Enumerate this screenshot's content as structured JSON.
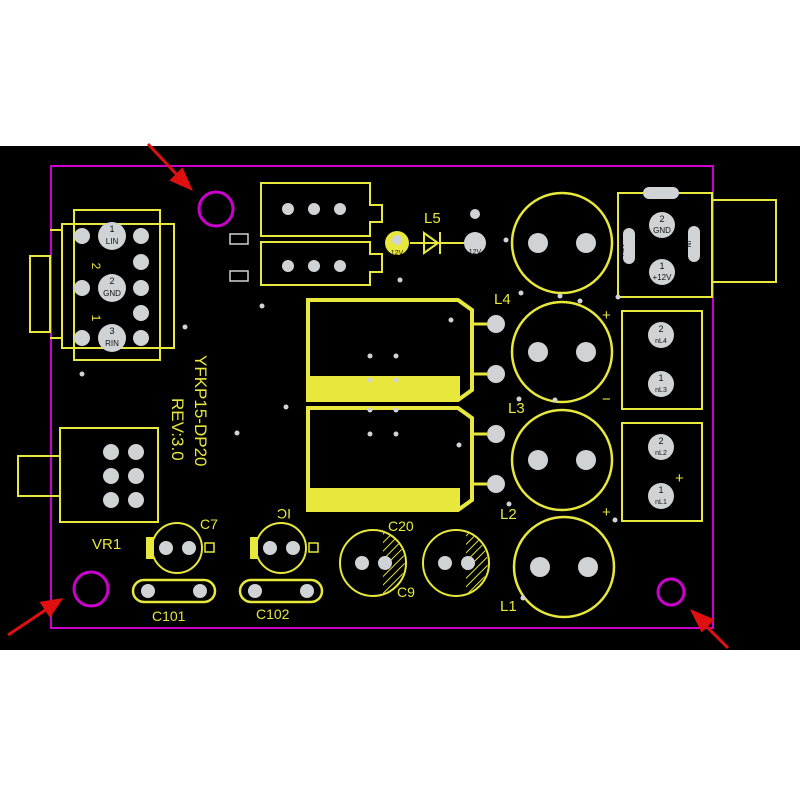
{
  "board": {
    "name": "YFKP15-DP20",
    "revision": "REV:3.0"
  },
  "labels": {
    "vr1": "VR1",
    "c7": "C7",
    "ic": "IC",
    "c101": "C101",
    "c102": "C102",
    "c20": "C20",
    "c9": "C9",
    "l1": "L1",
    "l2": "L2",
    "l3": "L3",
    "l4": "L4",
    "l5": "L5"
  },
  "input_connector": {
    "pins": [
      {
        "num": "1",
        "name": "LIN"
      },
      {
        "num": "2",
        "name": "GND"
      },
      {
        "num": "3",
        "name": "RIN"
      }
    ],
    "side_1": "1",
    "side_2": "2"
  },
  "power_connector": {
    "pins": [
      {
        "num": "2",
        "name": "GND"
      },
      {
        "num": "1",
        "name": "+12V"
      }
    ],
    "side_left": "12V",
    "side_right": "IN"
  },
  "speaker_l": {
    "pins": [
      {
        "num": "2",
        "name": "nL4"
      },
      {
        "num": "1",
        "name": "nL3"
      }
    ]
  },
  "speaker_r": {
    "pins": [
      {
        "num": "2",
        "name": "nL2"
      },
      {
        "num": "1",
        "name": "nL1"
      }
    ]
  },
  "polarity": {
    "plus": "+",
    "minus": "−"
  },
  "diode_pad_label": "12V",
  "colors": {
    "background": "#000000",
    "outline": "#cc00cc",
    "silkscreen": "#e8e83c",
    "pad": "#cfd3d6",
    "arrow": "#e01010"
  }
}
